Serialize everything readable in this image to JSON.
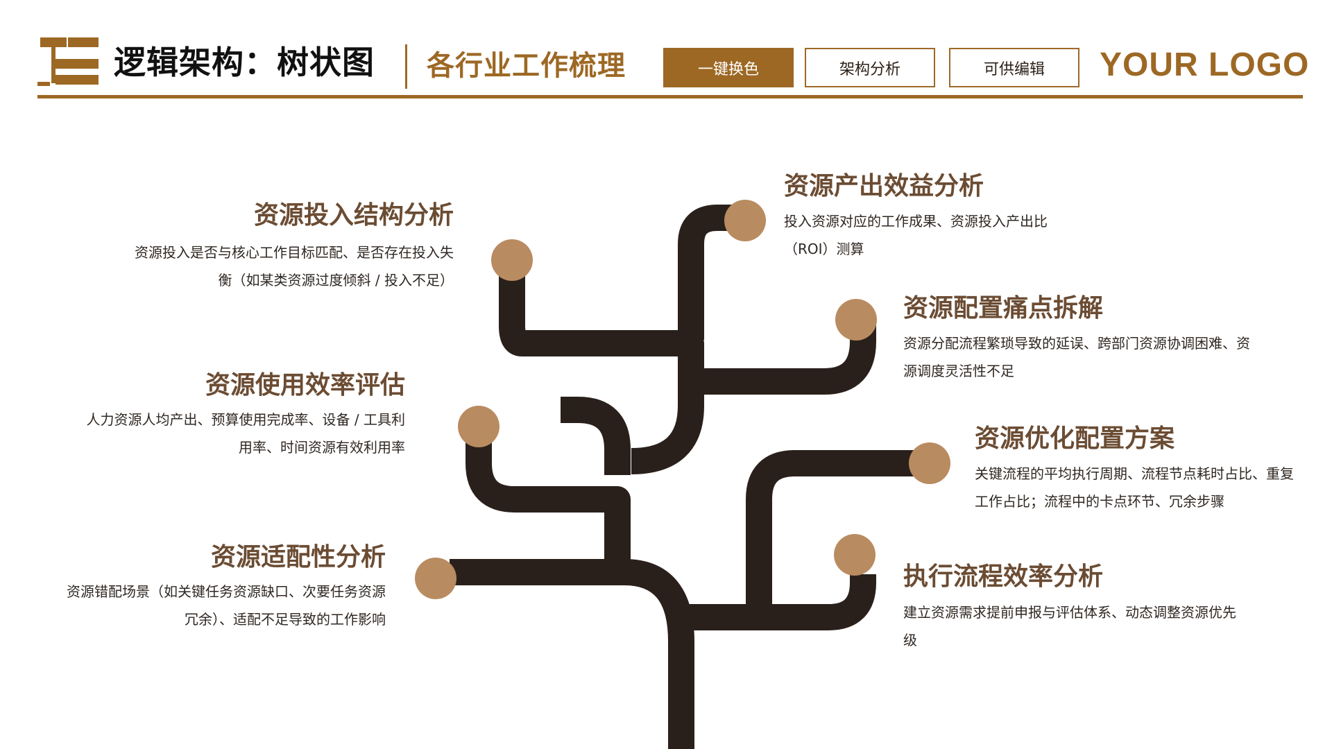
{
  "header": {
    "title": "逻辑架构：树状图",
    "subtitle": "各行业工作梳理",
    "buttons": [
      "一键换色",
      "架构分析",
      "可供编辑"
    ],
    "brand": "YOUR LOGO",
    "icon": "tree-list-icon"
  },
  "colors": {
    "accent": "#9d6824",
    "trunk": "#2a201b",
    "node": "#b98b60",
    "title_text": "#6b4c33",
    "body_text": "#2f2722"
  },
  "left_nodes": [
    {
      "title": "资源投入结构分析",
      "desc": "资源投入是否与核心工作目标匹配、是否存在投入失衡（如某类资源过度倾斜 / 投入不足）"
    },
    {
      "title": "资源使用效率评估",
      "desc": "人力资源人均产出、预算使用完成率、设备 / 工具利用率、时间资源有效利用率"
    },
    {
      "title": "资源适配性分析",
      "desc": "资源错配场景（如关键任务资源缺口、次要任务资源冗余）、适配不足导致的工作影响"
    }
  ],
  "right_nodes": [
    {
      "title": "资源产出效益分析",
      "desc": "投入资源对应的工作成果、资源投入产出比（ROI）测算"
    },
    {
      "title": "资源配置痛点拆解",
      "desc": "资源分配流程繁琐导致的延误、跨部门资源协调困难、资源调度灵活性不足"
    },
    {
      "title": "资源优化配置方案",
      "desc": "关键流程的平均执行周期、流程节点耗时占比、重复工作占比；流程中的卡点环节、冗余步骤"
    },
    {
      "title": "执行流程效率分析",
      "desc": "建立资源需求提前申报与评估体系、动态调整资源优先级"
    }
  ]
}
